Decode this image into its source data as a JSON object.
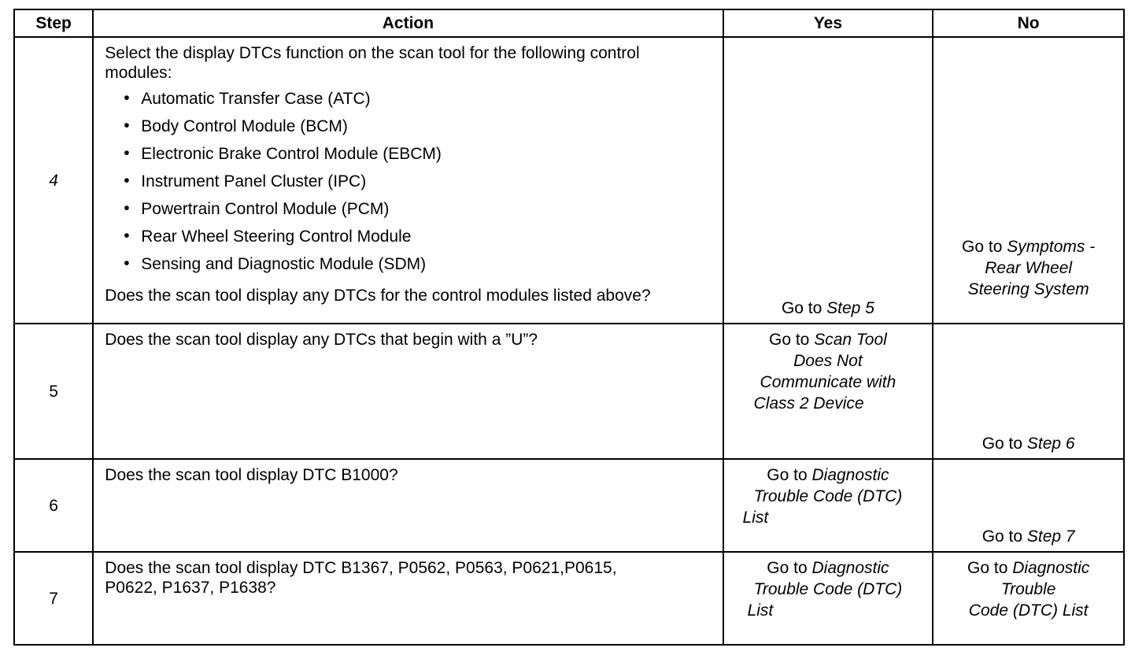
{
  "headers": {
    "step": "Step",
    "action": "Action",
    "yes": "Yes",
    "no": "No"
  },
  "rows": [
    {
      "step": "4",
      "action_intro": "Select the display DTCs function on the scan tool for the following control modules:",
      "bullets": [
        "Automatic Transfer Case (ATC)",
        "Body Control Module (BCM)",
        "Electronic Brake Control Module (EBCM)",
        "Instrument Panel Cluster (IPC)",
        "Powertrain Control Module (PCM)",
        "Rear Wheel Steering Control Module",
        "Sensing and Diagnostic Module (SDM)"
      ],
      "action_question": "Does the scan tool display any DTCs for the control modules listed above?",
      "yes_prefix": "Go to ",
      "yes_link": "Step 5",
      "no_prefix": "Go to ",
      "no_link_1": "Symptoms -",
      "no_link_2": "Rear Wheel",
      "no_link_3": "Steering System"
    },
    {
      "step": "5",
      "action_question": "Does the scan tool display any DTCs that begin with a ”U”?",
      "yes_prefix": "Go to ",
      "yes_link_1": "Scan Tool",
      "yes_link_2": "Does Not",
      "yes_link_3": "Communicate with",
      "yes_link_4": "Class 2 Device",
      "no_prefix": "Go to ",
      "no_link": "Step 6"
    },
    {
      "step": "6",
      "action_question": "Does the scan tool display DTC B1000?",
      "yes_prefix": "Go to ",
      "yes_link_1": "Diagnostic",
      "yes_link_2": "Trouble Code (DTC)",
      "yes_link_3": "List",
      "no_prefix": "Go to ",
      "no_link": "Step 7"
    },
    {
      "step": "7",
      "action_line_1": "Does the scan tool display DTC B1367, P0562, P0563, P0621,P0615,",
      "action_line_2": "P0622, P1637, P1638?",
      "yes_prefix": "Go to ",
      "yes_link_1": "Diagnostic",
      "yes_link_2": "Trouble Code (DTC)",
      "yes_link_3": "List",
      "no_prefix": "Go to ",
      "no_link_1": "Diagnostic",
      "no_link_2": "Trouble",
      "no_prefix_2": "Code (DTC) List"
    }
  ]
}
